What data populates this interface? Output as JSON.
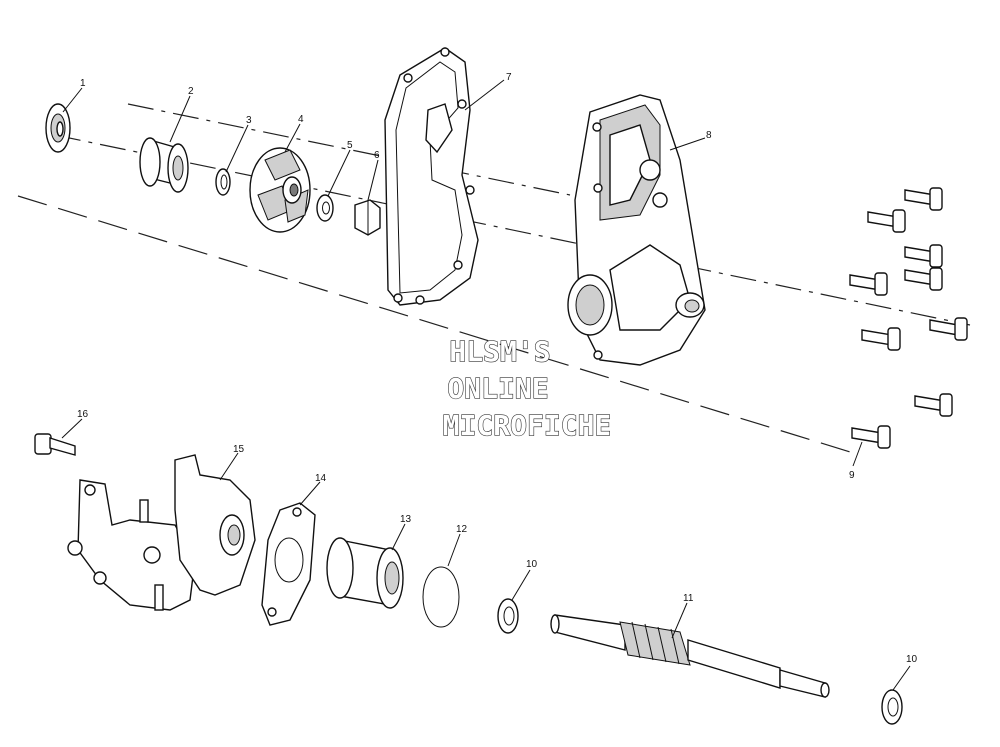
{
  "watermark": {
    "line1": "HLSM'S",
    "line2": "ONLINE",
    "line3": "MICROFICHE"
  },
  "callouts": [
    {
      "id": "1",
      "label": "1"
    },
    {
      "id": "2",
      "label": "2"
    },
    {
      "id": "3",
      "label": "3"
    },
    {
      "id": "4",
      "label": "4"
    },
    {
      "id": "5",
      "label": "5"
    },
    {
      "id": "6",
      "label": "6"
    },
    {
      "id": "7",
      "label": "7"
    },
    {
      "id": "8",
      "label": "8"
    },
    {
      "id": "9",
      "label": "9"
    },
    {
      "id": "10a",
      "label": "10"
    },
    {
      "id": "10b",
      "label": "10"
    },
    {
      "id": "11",
      "label": "11"
    },
    {
      "id": "12",
      "label": "12"
    },
    {
      "id": "13",
      "label": "13"
    },
    {
      "id": "14",
      "label": "14"
    },
    {
      "id": "15",
      "label": "15"
    },
    {
      "id": "16",
      "label": "16"
    }
  ],
  "colors": {
    "ink": "#111111",
    "shade": "#cfcfcf",
    "paper": "#ffffff"
  }
}
